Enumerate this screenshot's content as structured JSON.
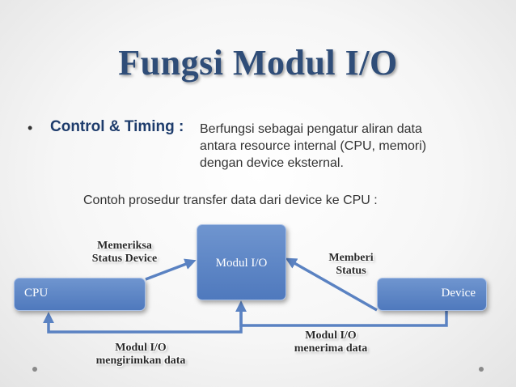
{
  "title": "Fungsi Modul I/O",
  "bullet": {
    "term": "Control & Timing :",
    "description_lines": [
      "Berfungsi sebagai pengatur aliran data",
      "antara resource internal (CPU, memori)",
      "dengan device eksternal."
    ]
  },
  "subnote": "Contoh prosedur transfer data dari device ke CPU :",
  "diagram": {
    "nodes": {
      "cpu": "CPU",
      "modul": "Modul I/O",
      "device": "Device"
    },
    "edge_labels": {
      "memeriksa": [
        "Memeriksa",
        "Status Device"
      ],
      "memberi": [
        "Memberi",
        "Status"
      ],
      "mengirimkan": [
        "Modul I/O",
        "mengirimkan data"
      ],
      "menerima": [
        "Modul I/O",
        "menerima data"
      ]
    }
  },
  "colors": {
    "title": "#2f4d78",
    "box_fill": "#5b83c4",
    "arrow": "#5a82c2"
  }
}
